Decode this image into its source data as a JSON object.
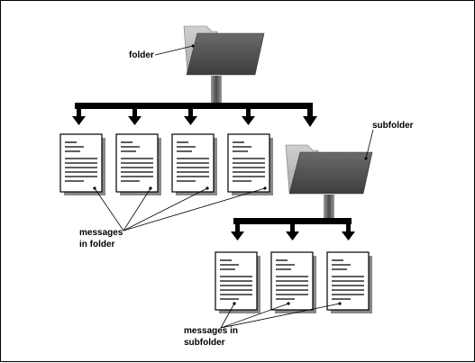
{
  "labels": {
    "folder": "folder",
    "subfolder": "subfolder",
    "messages_in_folder": [
      "messages",
      "in folder"
    ],
    "messages_in_subfolder": [
      "messages in",
      "subfolder"
    ]
  },
  "icons": {
    "folder": "folder-icon",
    "document": "message-document-icon",
    "arrow": "arrow-down-icon"
  },
  "counts": {
    "folder_messages": 4,
    "subfolder_messages": 3
  },
  "colors": {
    "line": "#000000",
    "folder_front": "#595959",
    "folder_back": "#bdbdbd",
    "connector": "#6f6f6f"
  }
}
